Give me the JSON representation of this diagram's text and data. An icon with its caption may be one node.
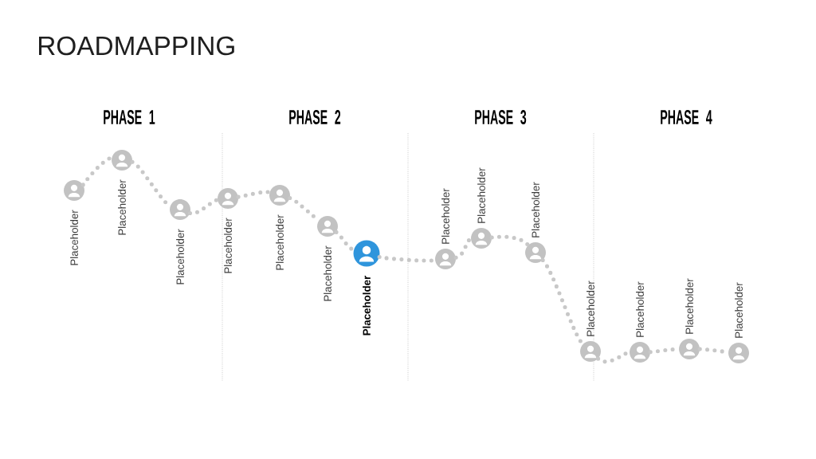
{
  "diagram": {
    "title": "ROADMAPPING",
    "nodes": [
      {
        "text": [],
        "shape": "circle",
        "beside": [
          "Placeholder"
        ]
      },
      {
        "text": [],
        "shape": "circle",
        "beside": [
          "Placeholder"
        ]
      },
      {
        "text": [],
        "shape": "circle",
        "beside": [
          "Placeholder"
        ]
      },
      {
        "text": [],
        "shape": "circle",
        "beside": [
          "Placeholder"
        ]
      },
      {
        "text": [],
        "shape": "circle",
        "beside": [
          "Placeholder"
        ]
      },
      {
        "text": [],
        "shape": "circle",
        "beside": [
          "Placeholder"
        ]
      },
      {
        "text": [],
        "shape": "circle",
        "beside": [
          "Placeholder"
        ]
      },
      {
        "text": [],
        "shape": "circle",
        "beside": [
          "Placeholder"
        ]
      },
      {
        "text": [],
        "shape": "circle",
        "beside": [
          "Placeholder"
        ]
      },
      {
        "text": [],
        "shape": "circle",
        "beside": [
          "Placeholder"
        ]
      },
      {
        "text": [],
        "shape": "circle",
        "beside": [
          "Placeholder"
        ]
      },
      {
        "text": [],
        "shape": "circle",
        "beside": [
          "Placeholder"
        ]
      },
      {
        "text": [],
        "shape": "circle",
        "beside": [
          "Placeholder"
        ]
      },
      {
        "text": [],
        "shape": "circle",
        "beside": [
          "Placeholder"
        ]
      }
    ],
    "edges": [
      {
        "from": 0,
        "to": 1,
        "arrow": "none"
      },
      {
        "from": 1,
        "to": 2,
        "arrow": "none"
      },
      {
        "from": 2,
        "to": 3,
        "arrow": "none"
      },
      {
        "from": 3,
        "to": 4,
        "arrow": "none"
      },
      {
        "from": 4,
        "to": 5,
        "arrow": "none"
      },
      {
        "from": 5,
        "to": 6,
        "arrow": "none"
      },
      {
        "from": 6,
        "to": 7,
        "arrow": "none"
      },
      {
        "from": 7,
        "to": 8,
        "arrow": "none"
      },
      {
        "from": 8,
        "to": 9,
        "arrow": "none"
      },
      {
        "from": 9,
        "to": 10,
        "arrow": "none"
      },
      {
        "from": 10,
        "to": 11,
        "arrow": "none"
      },
      {
        "from": 11,
        "to": 12,
        "arrow": "none"
      },
      {
        "from": 12,
        "to": 13,
        "arrow": "none"
      }
    ],
    "labels": [
      "PHASE 1",
      "PHASE 2",
      "PHASE 3",
      "PHASE 4"
    ]
  }
}
